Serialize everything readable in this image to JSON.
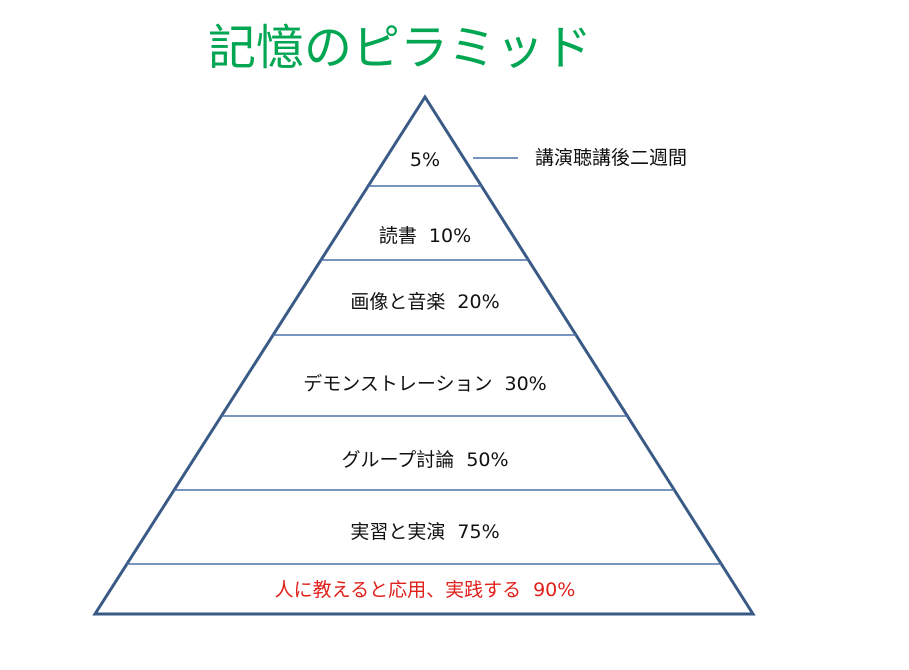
{
  "title": "記憶のピラミッド",
  "colors": {
    "title": "#00a651",
    "outline": "#3a5a86",
    "divider": "#4a72a8",
    "highlight": "#e0201b",
    "text": "#111111"
  },
  "levels": [
    {
      "label": "",
      "value": "5%"
    },
    {
      "label": "読書",
      "value": "10%"
    },
    {
      "label": "画像と音楽",
      "value": "20%"
    },
    {
      "label": "デモンストレーション",
      "value": "30%"
    },
    {
      "label": "グループ討論",
      "value": "50%"
    },
    {
      "label": "実習と実演",
      "value": "75%"
    },
    {
      "label": "人に教えると応用、実践する",
      "value": "90%",
      "highlight": true
    }
  ],
  "annotation": "講演聴講後二週間"
}
